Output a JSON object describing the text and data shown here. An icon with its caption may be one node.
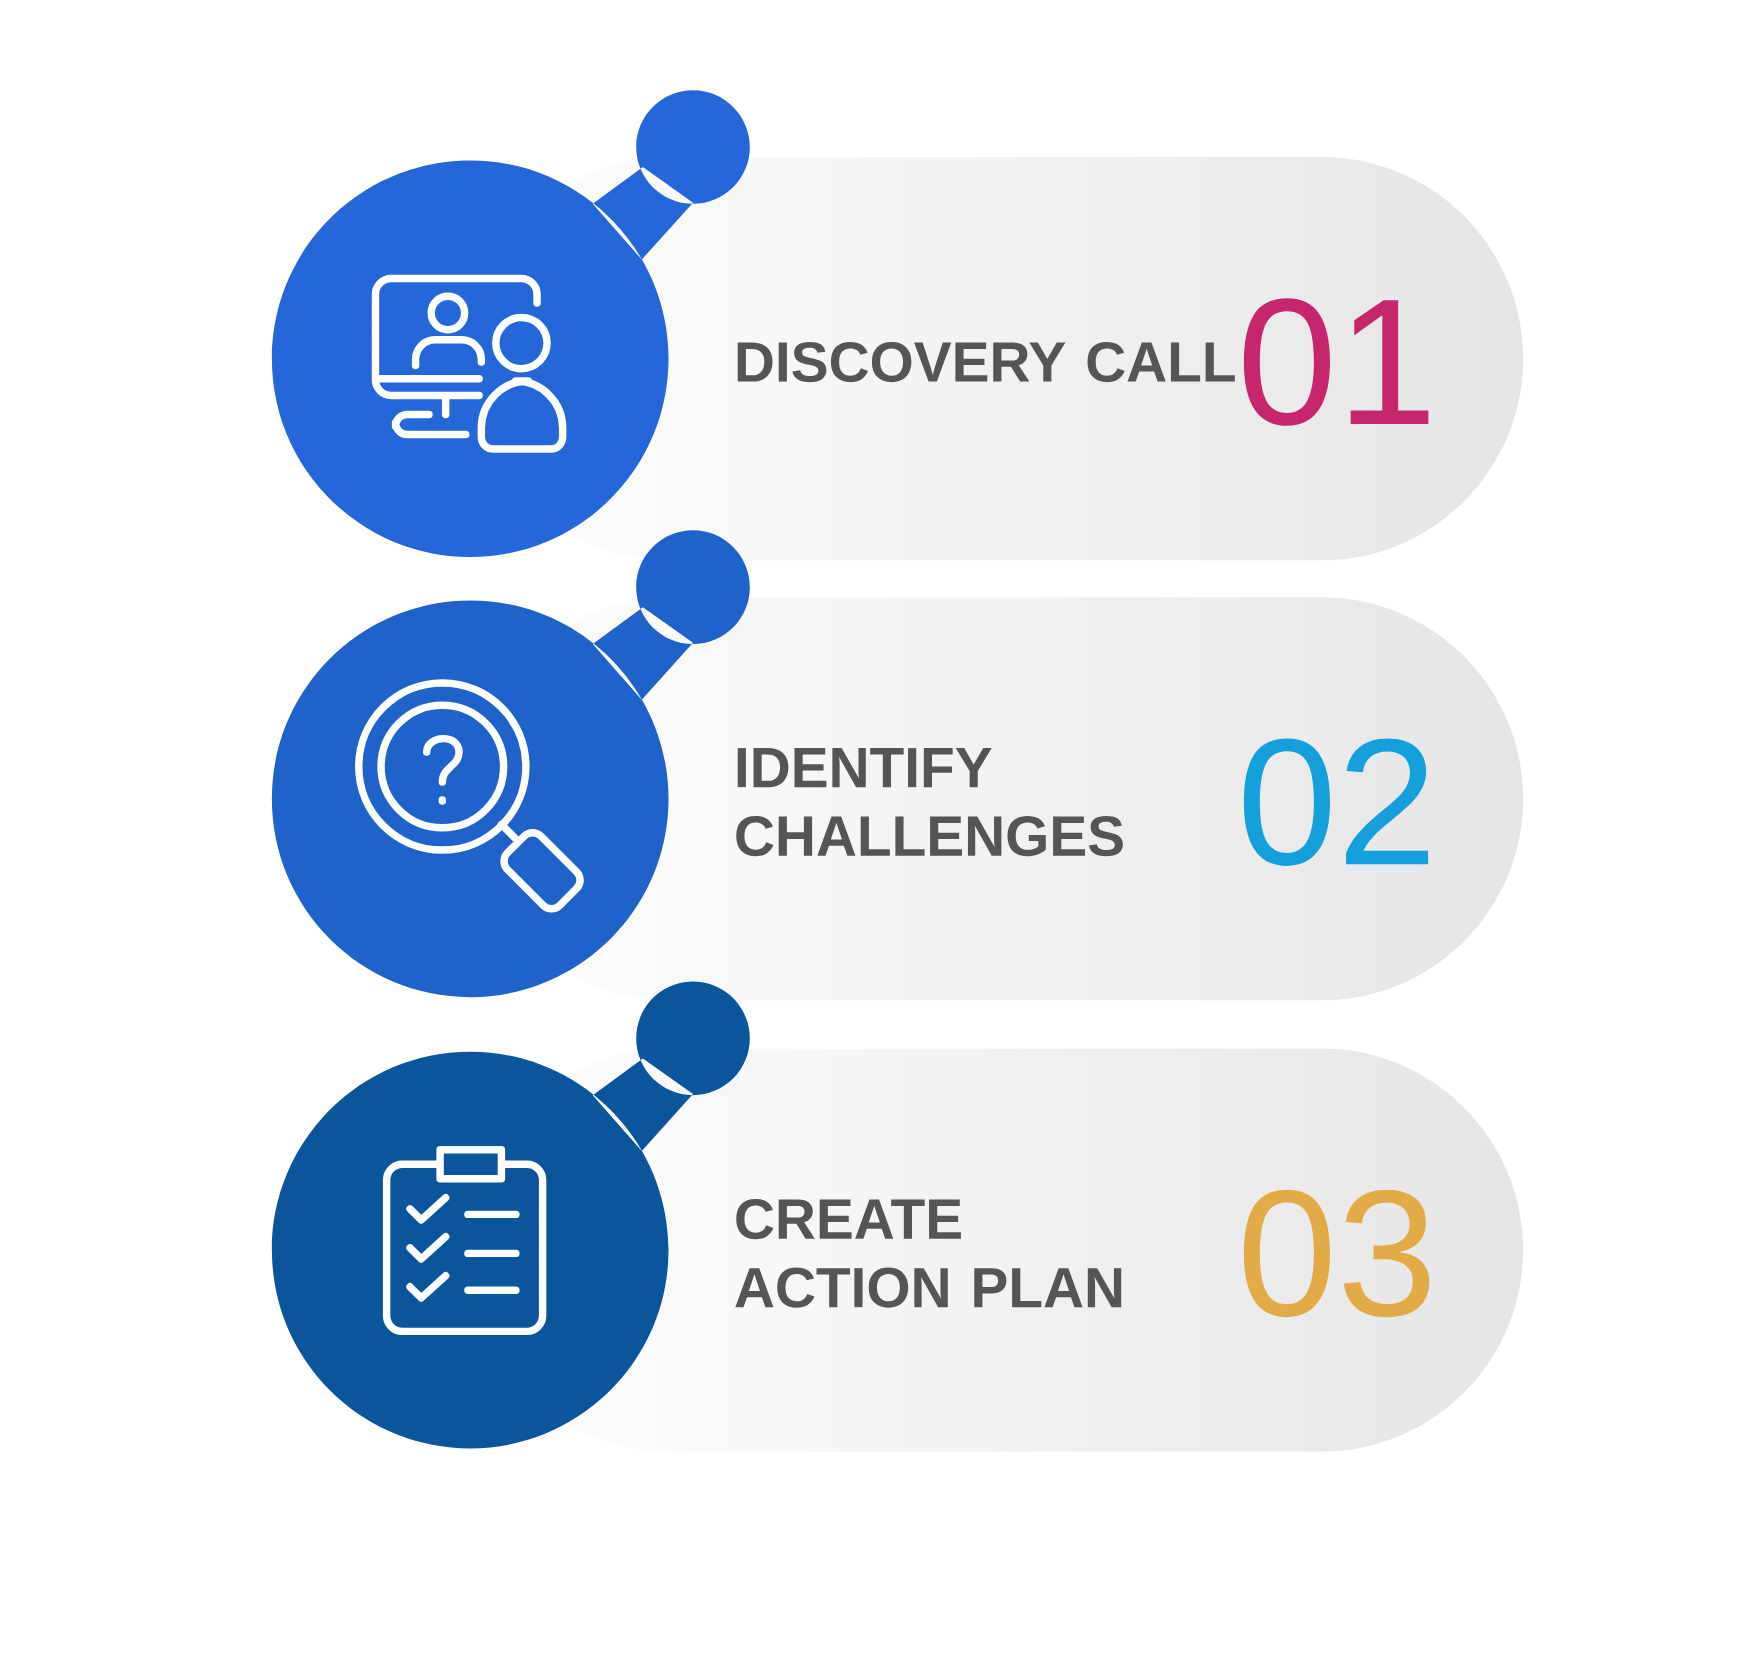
{
  "diagram": {
    "nodes": [
      {
        "text": [
          "DISCOVERY CALL",
          "01"
        ]
      },
      {
        "text": [
          "IDENTIFY CHALLENGES",
          "02"
        ]
      },
      {
        "text": [
          "CREATE ACTION PLAN",
          "03"
        ]
      }
    ]
  }
}
